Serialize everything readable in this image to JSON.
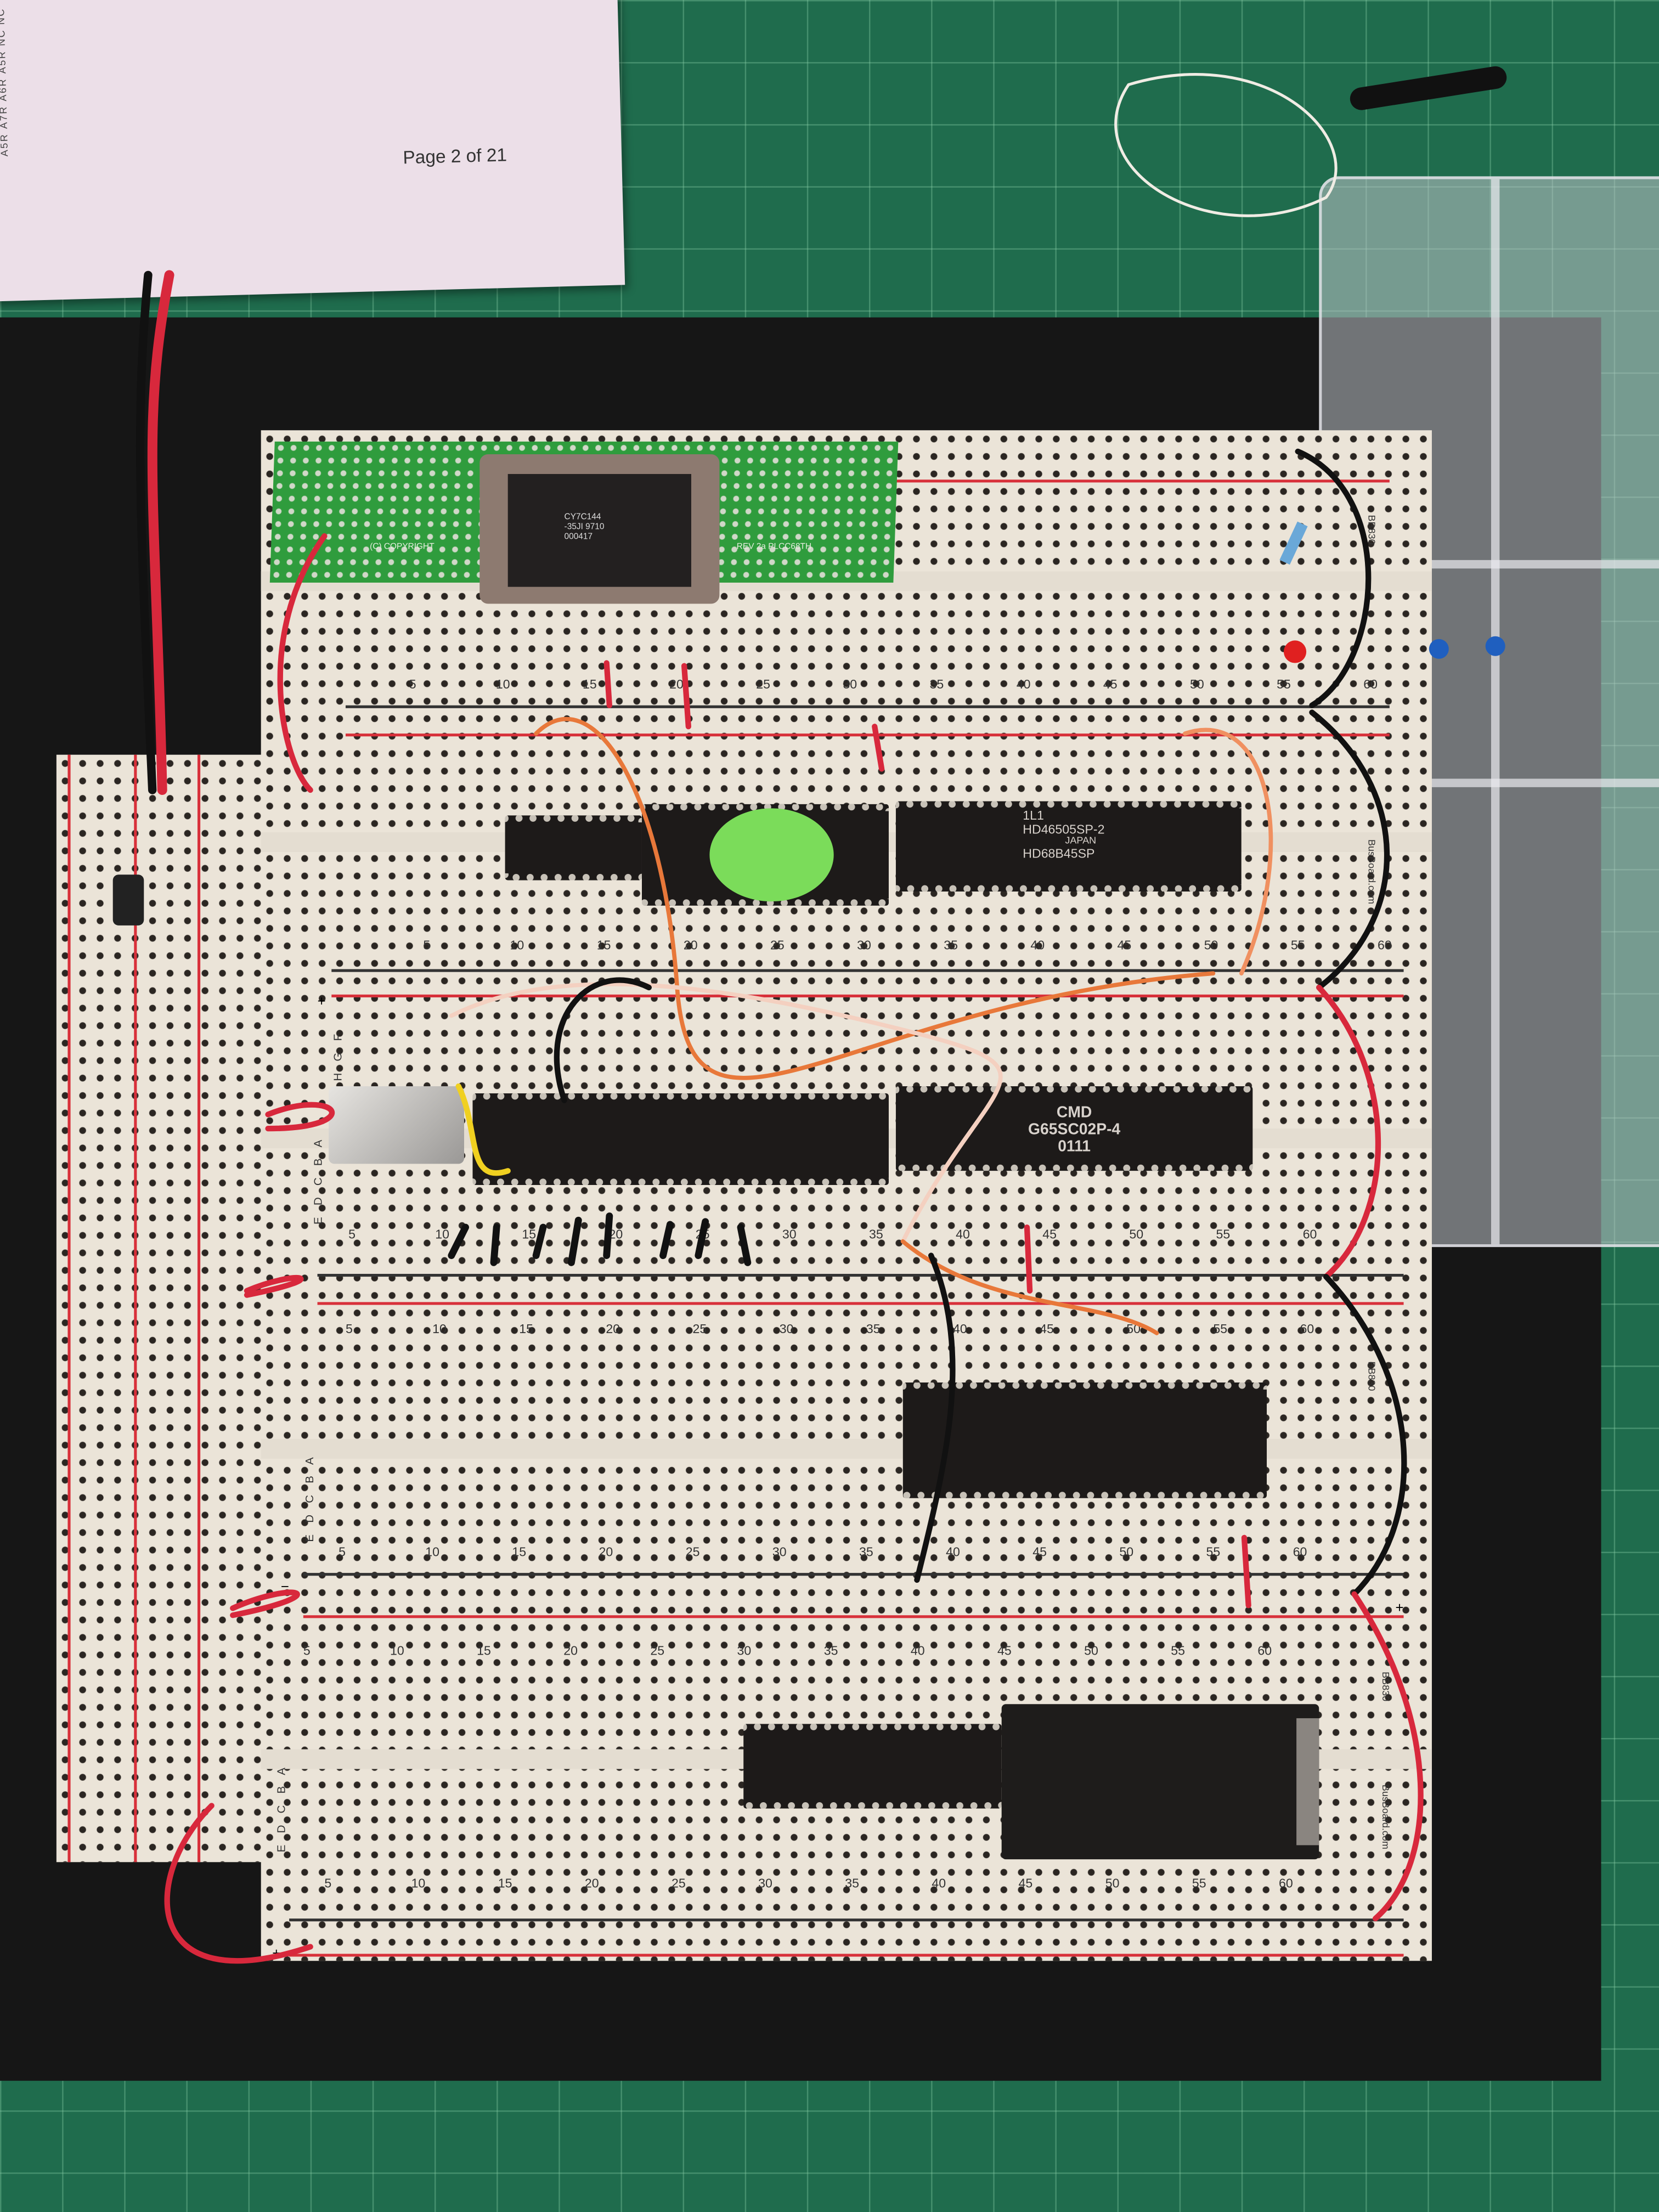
{
  "paper": {
    "page_label": "Page 2 of 21",
    "pin_labels": [
      "A5R",
      "A7R",
      "A6R",
      "A5R",
      "NC",
      "NC"
    ]
  },
  "pcb": {
    "label": "REV 2a PLCC68TH",
    "copyright": "(C) COPYRIGHT"
  },
  "plcc_chip": {
    "line1": "CY7C144",
    "line2": "-35JI 9710",
    "line3": "000417"
  },
  "crtc_chip": {
    "line1": "1L1",
    "line2": "HD46505SP-2",
    "line3": "JAPAN",
    "line4": "HD68B45SP"
  },
  "cpu_chip": {
    "line1": "CMD",
    "line2": "G65SC02P-4",
    "line3": "0111"
  },
  "breadboard": {
    "column_numbers": [
      "5",
      "10",
      "15",
      "20",
      "25",
      "30",
      "35",
      "40",
      "45",
      "50",
      "55",
      "60"
    ],
    "rows_top": "J I H G F",
    "rows_bottom": "E D C B A",
    "model": "BB830",
    "site": "BusBoard.com",
    "plus": "+",
    "minus": "−"
  },
  "colors": {
    "mat": "#1f6c4d",
    "breadboard": "#ebe4d8",
    "wire_red": "#d8283c",
    "wire_black": "#111111",
    "sticker": "#7bdc5a"
  }
}
